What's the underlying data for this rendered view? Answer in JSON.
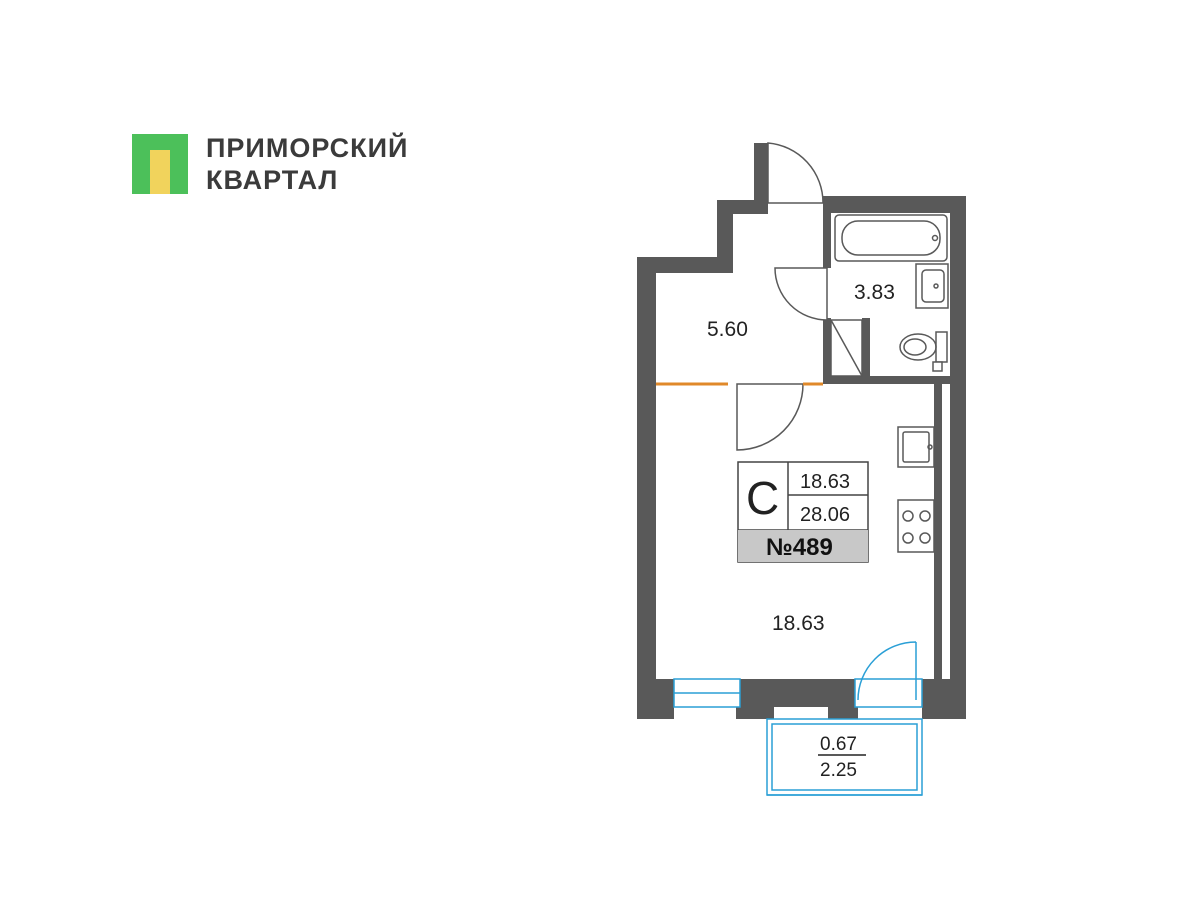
{
  "brand": {
    "line1": "ПРИМОРСКИЙ",
    "line2": "КВАРТАЛ",
    "colors": {
      "green": "#4cc05a",
      "yellow": "#f1d35c",
      "text": "#3b3b3b"
    }
  },
  "plan": {
    "rooms": {
      "hall_area": "5.60",
      "bathroom_area": "3.83",
      "living_area": "18.63"
    },
    "info_box": {
      "type": "С",
      "living_area": "18.63",
      "total_area": "28.06",
      "apartment_number": "№489"
    },
    "balcony": {
      "area": "0.67",
      "area_full": "2.25"
    },
    "colors": {
      "wall": "#595959",
      "window": "#2a9fd6",
      "threshold": "#e0892a",
      "label_bg": "#c8c8c8"
    }
  }
}
